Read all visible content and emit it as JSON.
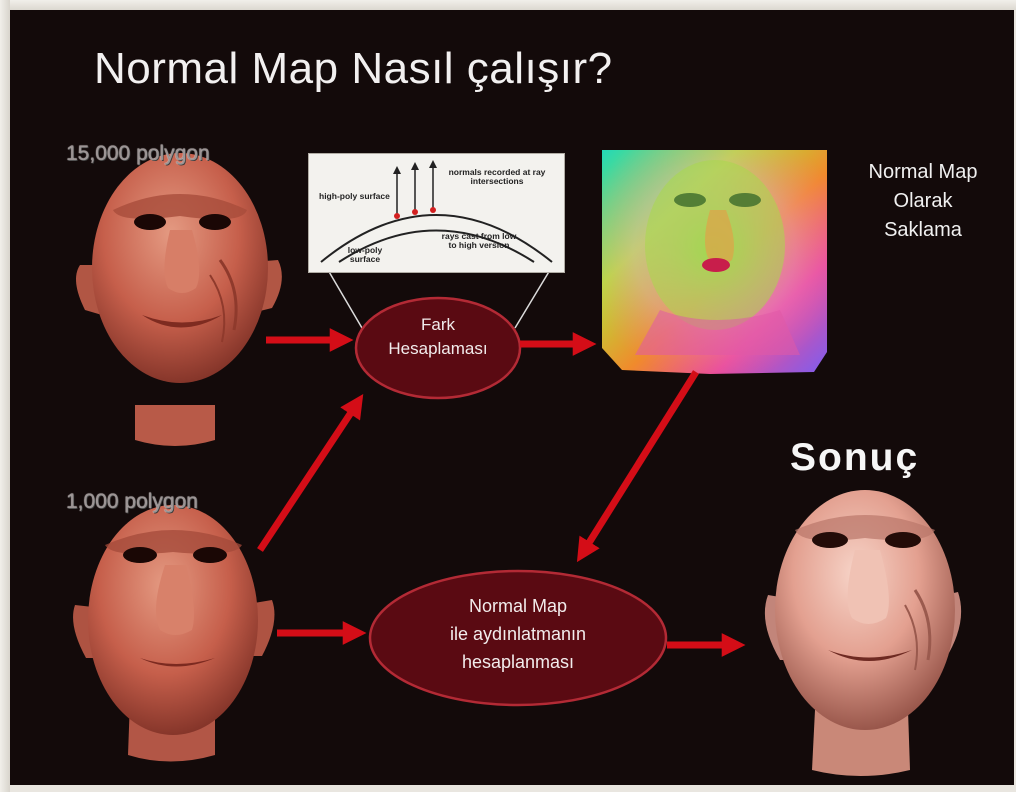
{
  "title": "Normal Map Nasıl çalışır?",
  "high_poly_label": "15,000 polygon",
  "low_poly_label": "1,000 polygon",
  "difference_node": {
    "line1": "Fark",
    "line2": "Hesaplaması"
  },
  "normal_map_label": {
    "line1": "Normal Map",
    "line2": "Olarak",
    "line3": "Saklama"
  },
  "result_label": "Sonuç",
  "lighting_node": {
    "line1": "Normal Map",
    "line2": "ile aydınlatmanın",
    "line3": "hesaplanması"
  },
  "inset": {
    "high_poly_surface": "high-poly surface",
    "normals_recorded": "normals recorded at ray intersections",
    "low_poly_surface": "low-poly surface",
    "rays_cast": "rays cast from low to high version"
  },
  "colors": {
    "background": "#130a0a",
    "arrow": "#d40d17",
    "node_fill": "#5a0a12",
    "node_stroke": "#b32a35",
    "skin": "#cf6a57"
  }
}
